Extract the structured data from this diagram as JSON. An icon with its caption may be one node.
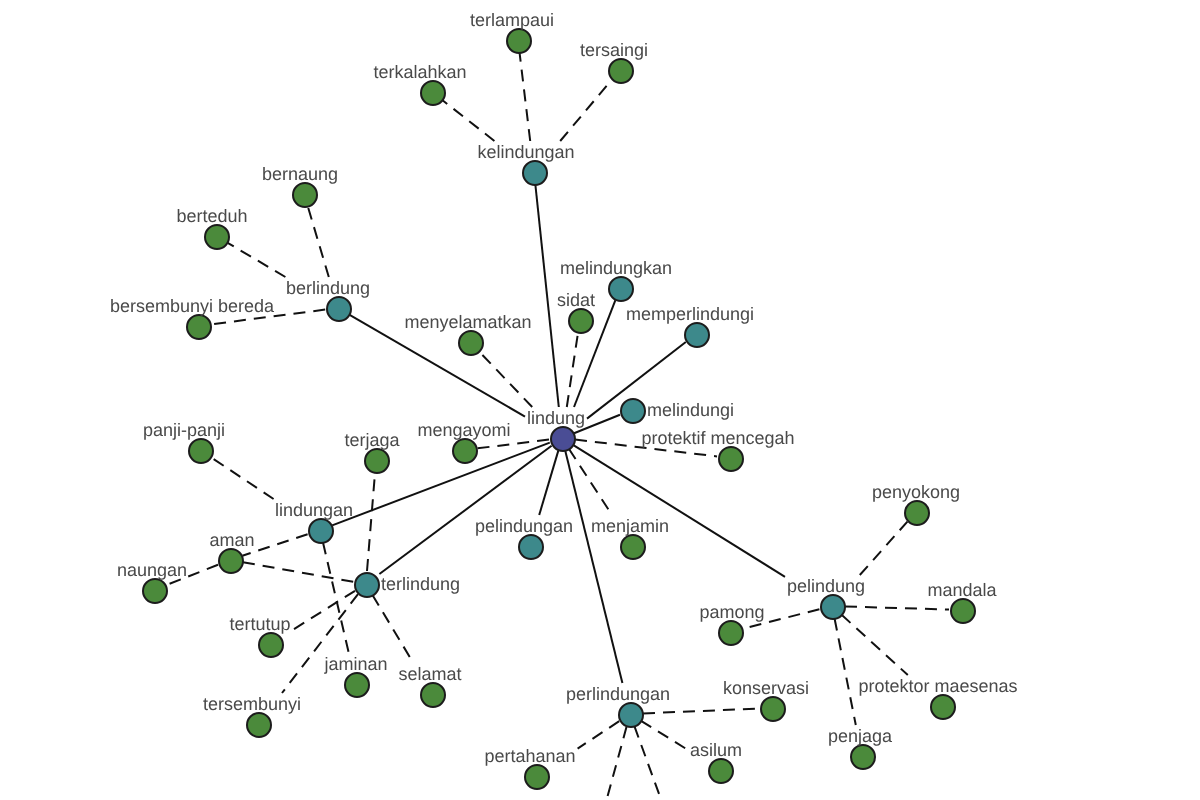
{
  "diagram": {
    "nodes": [
      {
        "text": [
          "terlampaui"
        ]
      },
      {
        "text": [
          "tersaingi"
        ]
      },
      {
        "text": [
          "terkalahkan"
        ]
      },
      {
        "text": [
          "kelindungan"
        ]
      },
      {
        "text": [
          "bernaung"
        ]
      },
      {
        "text": [
          "berteduh"
        ]
      },
      {
        "text": [
          "melindungkan"
        ]
      },
      {
        "text": [
          "berlindung"
        ]
      },
      {
        "text": [
          "sidat"
        ]
      },
      {
        "text": [
          "bersembunyi bereda"
        ]
      },
      {
        "text": [
          "memperlindungi"
        ]
      },
      {
        "text": [
          "menyelamatkan"
        ]
      },
      {
        "text": [
          "melindungi"
        ]
      },
      {
        "text": [
          "lindung"
        ]
      },
      {
        "text": [
          "panji-panji"
        ]
      },
      {
        "text": [
          "terjaga"
        ]
      },
      {
        "text": [
          "mengayomi"
        ]
      },
      {
        "text": [
          "protektif mencegah"
        ]
      },
      {
        "text": [
          "penyokong"
        ]
      },
      {
        "text": [
          "menjamin"
        ]
      },
      {
        "text": [
          "lindungan"
        ]
      },
      {
        "text": [
          "pelindungan"
        ]
      },
      {
        "text": [
          "aman"
        ]
      },
      {
        "text": [
          "naungan"
        ]
      },
      {
        "text": [
          "terlindung"
        ]
      },
      {
        "text": [
          "mandala"
        ]
      },
      {
        "text": [
          "pelindung"
        ]
      },
      {
        "text": [
          "pamong"
        ]
      },
      {
        "text": [
          "tertutup"
        ]
      },
      {
        "text": [
          "jaminan"
        ]
      },
      {
        "text": [
          "selamat"
        ]
      },
      {
        "text": [
          "konservasi"
        ]
      },
      {
        "text": [
          "perlindungan"
        ]
      },
      {
        "text": [
          "protektor maesenas"
        ]
      },
      {
        "text": [
          "tersembunyi"
        ]
      },
      {
        "text": [
          "penjaga"
        ]
      },
      {
        "text": [
          "asilum"
        ]
      },
      {
        "text": [
          "pertahanan"
        ]
      }
    ],
    "edges": [
      {
        "from": 13,
        "to": 3,
        "arrow": "none"
      },
      {
        "from": 13,
        "to": 7,
        "arrow": "none"
      },
      {
        "from": 13,
        "to": 6,
        "arrow": "none"
      },
      {
        "from": 13,
        "to": 10,
        "arrow": "none"
      },
      {
        "from": 13,
        "to": 12,
        "arrow": "none"
      },
      {
        "from": 13,
        "to": 21,
        "arrow": "none"
      },
      {
        "from": 13,
        "to": 20,
        "arrow": "none"
      },
      {
        "from": 13,
        "to": 24,
        "arrow": "none"
      },
      {
        "from": 13,
        "to": 26,
        "arrow": "none"
      },
      {
        "from": 13,
        "to": 32,
        "arrow": "none"
      },
      {
        "from": 13,
        "to": 8,
        "arrow": "none",
        "style": "dashed"
      },
      {
        "from": 13,
        "to": 11,
        "arrow": "none",
        "style": "dashed"
      },
      {
        "from": 13,
        "to": 16,
        "arrow": "none",
        "style": "dashed"
      },
      {
        "from": 13,
        "to": 17,
        "arrow": "none",
        "style": "dashed"
      },
      {
        "from": 13,
        "to": 19,
        "arrow": "none",
        "style": "dashed"
      },
      {
        "from": 3,
        "to": 0,
        "arrow": "none",
        "style": "dashed"
      },
      {
        "from": 3,
        "to": 1,
        "arrow": "none",
        "style": "dashed"
      },
      {
        "from": 3,
        "to": 2,
        "arrow": "none",
        "style": "dashed"
      },
      {
        "from": 7,
        "to": 4,
        "arrow": "none",
        "style": "dashed"
      },
      {
        "from": 7,
        "to": 5,
        "arrow": "none",
        "style": "dashed"
      },
      {
        "from": 7,
        "to": 9,
        "arrow": "none",
        "style": "dashed"
      },
      {
        "from": 20,
        "to": 14,
        "arrow": "none",
        "style": "dashed"
      },
      {
        "from": 20,
        "to": 22,
        "arrow": "none",
        "style": "dashed"
      },
      {
        "from": 20,
        "to": 29,
        "arrow": "none",
        "style": "dashed"
      },
      {
        "from": 22,
        "to": 23,
        "arrow": "none",
        "style": "dashed"
      },
      {
        "from": 24,
        "to": 15,
        "arrow": "none",
        "style": "dashed"
      },
      {
        "from": 24,
        "to": 22,
        "arrow": "none",
        "style": "dashed"
      },
      {
        "from": 24,
        "to": 28,
        "arrow": "none",
        "style": "dashed"
      },
      {
        "from": 24,
        "to": 30,
        "arrow": "none",
        "style": "dashed"
      },
      {
        "from": 24,
        "to": 34,
        "arrow": "none",
        "style": "dashed"
      },
      {
        "from": 26,
        "to": 18,
        "arrow": "none",
        "style": "dashed"
      },
      {
        "from": 26,
        "to": 25,
        "arrow": "none",
        "style": "dashed"
      },
      {
        "from": 26,
        "to": 27,
        "arrow": "none",
        "style": "dashed"
      },
      {
        "from": 26,
        "to": 33,
        "arrow": "none",
        "style": "dashed"
      },
      {
        "from": 26,
        "to": 35,
        "arrow": "none",
        "style": "dashed"
      },
      {
        "from": 32,
        "to": 31,
        "arrow": "none",
        "style": "dashed"
      },
      {
        "from": 32,
        "to": 36,
        "arrow": "none",
        "style": "dashed"
      },
      {
        "from": 32,
        "to": 37,
        "arrow": "none",
        "style": "dashed"
      },
      {
        "from": 32,
        "to": null,
        "arrow": "none",
        "style": "dashed"
      },
      {
        "from": 32,
        "to": null,
        "arrow": "none",
        "style": "dashed"
      }
    ]
  }
}
